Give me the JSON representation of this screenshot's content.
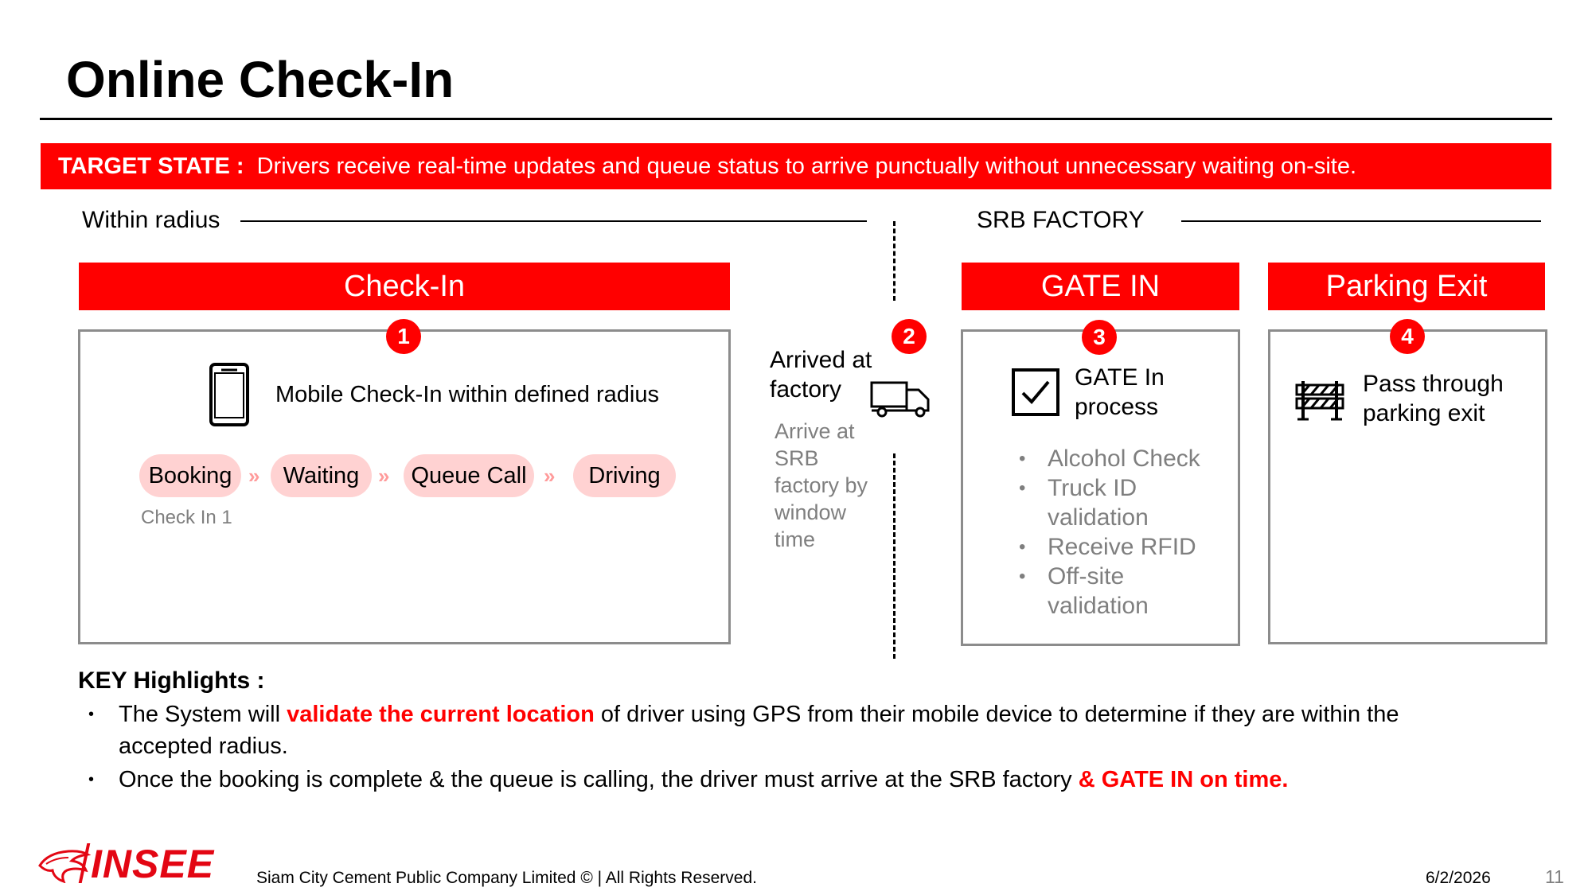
{
  "slide": {
    "title": "Online Check-In",
    "target_label": "TARGET STATE :",
    "target_text": "Drivers receive real-time updates and queue status to arrive punctually without unnecessary waiting on-site."
  },
  "sections": {
    "left": "Within radius",
    "right": "SRB FACTORY"
  },
  "checkin": {
    "header": "Check-In",
    "step": "1",
    "heading": "Mobile Check-In within defined radius",
    "pills": [
      "Booking",
      "Waiting",
      "Queue Call",
      "Driving"
    ],
    "pill_separator": "»",
    "caption": "Check In 1"
  },
  "arrive": {
    "step": "2",
    "heading_line1": "Arrived at",
    "heading_line2": "factory",
    "desc_lines": [
      "Arrive at",
      "SRB",
      "factory by",
      "window",
      "time"
    ]
  },
  "gatein": {
    "header": "GATE IN",
    "step": "3",
    "heading_line1": "GATE In",
    "heading_line2": "process",
    "items": [
      {
        "line1": "Alcohol Check",
        "line2": ""
      },
      {
        "line1": "Truck ID",
        "line2": "validation"
      },
      {
        "line1": "Receive RFID",
        "line2": ""
      },
      {
        "line1": "Off-site",
        "line2": "validation"
      }
    ]
  },
  "parking": {
    "header": "Parking Exit",
    "step": "4",
    "heading_line1": "Pass through",
    "heading_line2": "parking exit"
  },
  "highlights": {
    "title": "KEY Highlights :",
    "item1": {
      "pre": "The System will ",
      "emph": "validate the current location",
      "post": " of driver using GPS from their mobile device to determine if they are within the",
      "line2": "accepted radius."
    },
    "item2": {
      "pre": "Once the booking is complete & the queue is calling, the driver must arrive at the SRB factory ",
      "emph": "& GATE IN on time."
    }
  },
  "footer": {
    "brand": "INSEE",
    "copyright": "Siam City Cement Public Company Limited © | All Rights Reserved.",
    "date": "6/2/2026",
    "page": "11"
  },
  "colors": {
    "accent": "#ff0000",
    "pill_fill": "#ffd2d2",
    "box_border": "#8c8c8c",
    "muted_text": "#7f7f7f"
  },
  "icons": {
    "checkin": "mobile-phone-icon",
    "arrive": "delivery-truck-icon",
    "gatein": "checkbox-checked-icon",
    "parking": "road-barrier-icon",
    "logo": "eagle-logo-icon"
  }
}
